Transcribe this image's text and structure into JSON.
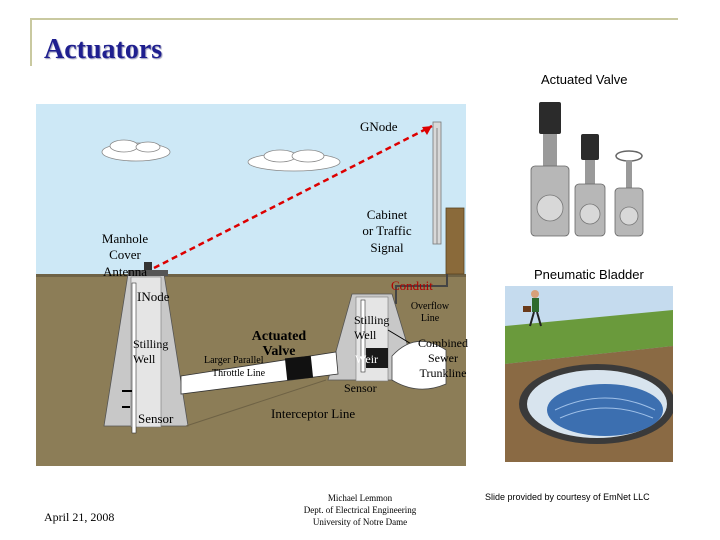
{
  "slide": {
    "title": "Actuators",
    "date": "April 21, 2008",
    "author_line1": "Michael Lemmon",
    "author_line2": "Dept. of Electrical Engineering",
    "author_line3": "University of Notre Dame",
    "courtesy": "Slide provided by courtesy of EmNet LLC"
  },
  "diagram": {
    "gnode": "GNode",
    "cabinet_line1": "Cabinet",
    "cabinet_line2": "or Traffic",
    "cabinet_line3": "Signal",
    "manhole_line1": "Manhole",
    "manhole_line2": "Cover",
    "manhole_line3": "Antenna",
    "inode": "INode",
    "conduit": "Conduit",
    "overflow_line1": "Overflow",
    "overflow_line2": "Line",
    "stilling_left_line1": "Stilling",
    "stilling_left_line2": "Well",
    "stilling_right_line1": "Stilling",
    "stilling_right_line2": "Well",
    "actuated_line1": "Actuated",
    "actuated_line2": "Valve",
    "larger_parallel": "Larger Parallel",
    "throttle_line": "Throttle Line",
    "weir": "Weir",
    "combined_line1": "Combined",
    "combined_line2": "Sewer",
    "combined_line3": "Trunkline",
    "sensor_right": "Sensor",
    "sensor_left": "Sensor",
    "interceptor": "Interceptor Line",
    "colors": {
      "sky": "#cde8f6",
      "ground": "#8c7d57",
      "well": "#c8c8c8",
      "signal_line": "#dd0000",
      "title": "#1f1f8f"
    }
  },
  "photos": {
    "valve_caption": "Actuated Valve",
    "bladder_caption": "Pneumatic Bladder"
  }
}
